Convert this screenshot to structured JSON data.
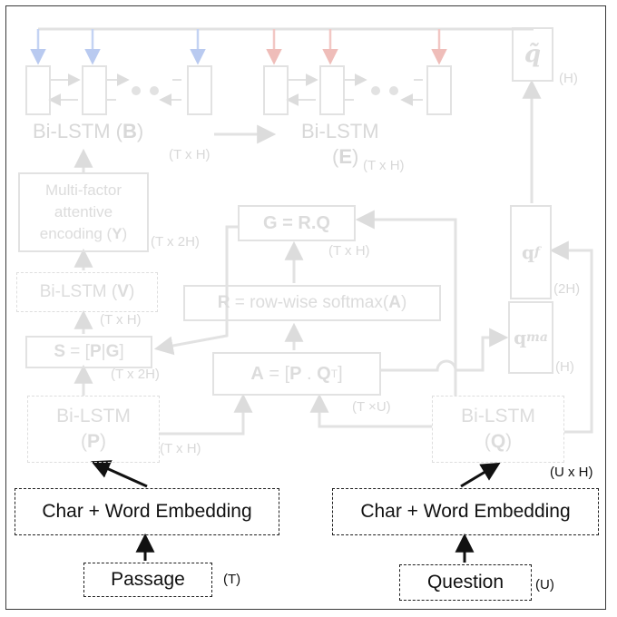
{
  "diagram": {
    "bilstm_b": {
      "name": "Bi-LSTM",
      "symbol": "B",
      "dim": "(T x H)"
    },
    "bilstm_e": {
      "name": "Bi-LSTM",
      "symbol": "E",
      "dim": "(T x H)"
    },
    "q_tilde": {
      "symbol": "q̃",
      "dim": "(H)"
    },
    "multi_factor": {
      "line1": "Multi-factor",
      "line2": "attentive",
      "line3": "encoding",
      "symbol": "Y",
      "dim": "(T x 2H)"
    },
    "g_box": {
      "text": "G = R.Q",
      "dim": "(T x H)"
    },
    "q_f": {
      "symbol": "q",
      "sub": "f",
      "dim": "(2H)"
    },
    "bilstm_v": {
      "name": "Bi-LSTM",
      "symbol": "V",
      "dim": "(T x H)"
    },
    "r_box": {
      "prefix": "R",
      "text": " = row-wise softmax(",
      "symbol": "A",
      "suffix": ")"
    },
    "s_box": {
      "prefix": "S",
      "text": " = [",
      "sym1": "P",
      "sep": "|",
      "sym2": "G",
      "suffix": "]",
      "dim": "(T x 2H)"
    },
    "q_ma": {
      "symbol": "q",
      "sub": "ma",
      "dim": "(H)"
    },
    "a_box": {
      "prefix": "A",
      "text": " = [",
      "sym1": "P",
      "mid": " . ",
      "sym2": "Q",
      "sup": "T",
      "suffix": "]",
      "dim": "(T ×U)"
    },
    "bilstm_p": {
      "name": "Bi-LSTM",
      "symbol": "P",
      "dim": "(T x H)"
    },
    "bilstm_q": {
      "name": "Bi-LSTM",
      "symbol": "Q",
      "dim": "(U x H)"
    },
    "embed_p": {
      "text": "Char + Word Embedding"
    },
    "embed_q": {
      "text": "Char + Word Embedding"
    },
    "passage": {
      "text": "Passage",
      "dim": "(T)"
    },
    "question": {
      "text": "Question",
      "dim": "(U)"
    }
  },
  "colors": {
    "faded": "#e2e2e2",
    "blue": "#c4d3f3",
    "red": "#f2c7c4",
    "dark": "#111111"
  }
}
